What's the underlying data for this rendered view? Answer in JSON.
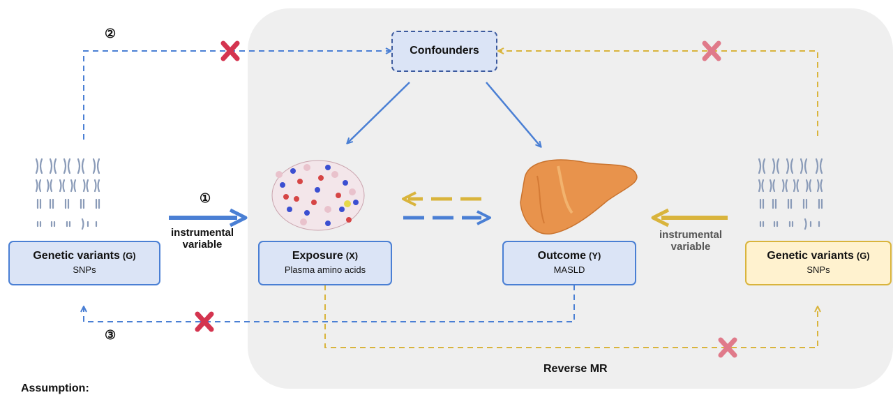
{
  "panel_label": "Reverse MR",
  "assumption_label": "Assumption:",
  "confounders": {
    "label": "Confounders"
  },
  "left_gv": {
    "title": "Genetic variants",
    "sym": "(G)",
    "sub": "SNPs"
  },
  "exposure": {
    "title": "Exposure",
    "sym": "(X)",
    "sub": "Plasma amino acids"
  },
  "outcome": {
    "title": "Outcome",
    "sym": "(Y)",
    "sub": "MASLD"
  },
  "right_gv": {
    "title": "Genetic variants",
    "sym": "(G)",
    "sub": "SNPs"
  },
  "iv_left": {
    "line1": "instrumental",
    "line2": "variable"
  },
  "iv_right": {
    "line1": "instrumental",
    "line2": "variable"
  },
  "markers": {
    "one": "①",
    "two": "②",
    "three": "③"
  },
  "colors": {
    "blue": "#4a7fd4",
    "gold": "#d9b43c",
    "cross": "#d4344f",
    "cross_light": "#e07a8a",
    "panel": "#efefef"
  },
  "icons": [
    "chromosome-icon",
    "protein-icon",
    "liver-icon",
    "cross-icon"
  ]
}
